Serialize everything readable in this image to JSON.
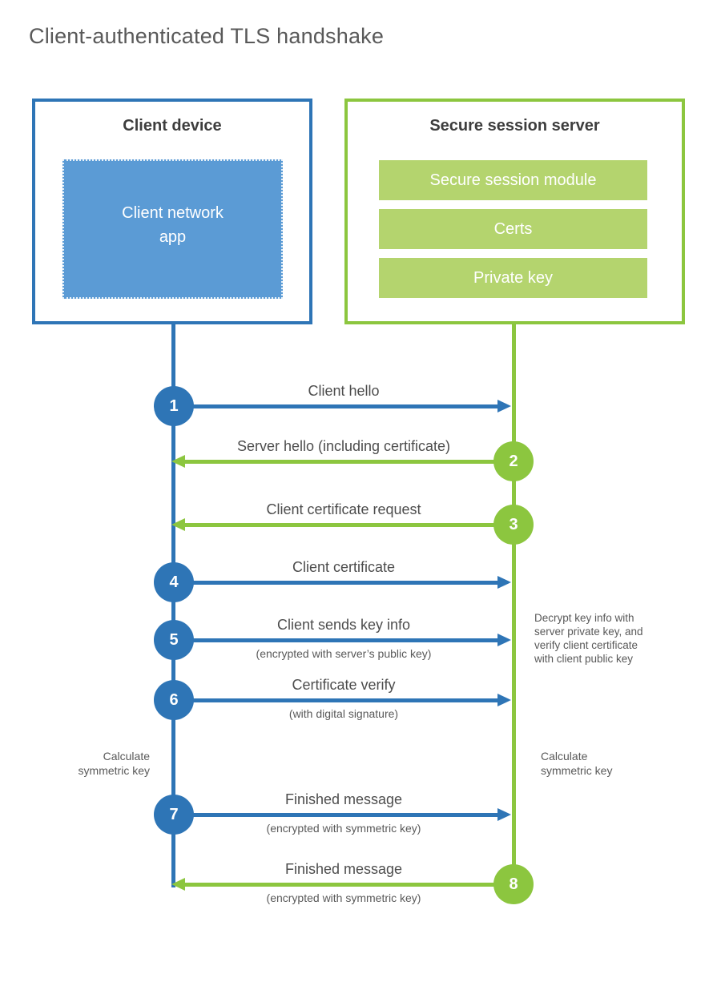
{
  "title": "Client-authenticated TLS handshake",
  "colors": {
    "blue_stroke": "#2e75b6",
    "blue_fill": "#5b9bd5",
    "green_stroke": "#8cc63f",
    "green_fill": "#b4d46e",
    "heading_text": "#3d3d3d",
    "label_text": "#4d4d4d",
    "note_text": "#595959"
  },
  "client": {
    "header": "Client device",
    "app_lines": [
      "Client network",
      "app"
    ]
  },
  "server": {
    "header": "Secure session server",
    "modules": [
      "Secure session module",
      "Certs",
      "Private key"
    ]
  },
  "steps": [
    {
      "num": "1",
      "label": "Client hello",
      "dir": "right",
      "from": "client",
      "to": "server"
    },
    {
      "num": "2",
      "label": "Server hello (including certificate)",
      "dir": "left",
      "from": "server",
      "to": "client"
    },
    {
      "num": "3",
      "label": "Client certificate request",
      "dir": "left",
      "from": "server",
      "to": "client"
    },
    {
      "num": "4",
      "label": "Client certificate",
      "dir": "right",
      "from": "client",
      "to": "server"
    },
    {
      "num": "5",
      "label": "Client sends key info",
      "sub": "(encrypted with server’s public key)",
      "dir": "right",
      "from": "client",
      "to": "server"
    },
    {
      "num": "6",
      "label": "Certificate verify",
      "sub": "(with digital signature)",
      "dir": "right",
      "from": "client",
      "to": "server"
    },
    {
      "num": "7",
      "label": "Finished message",
      "sub": "(encrypted with symmetric key)",
      "dir": "right",
      "from": "client",
      "to": "server"
    },
    {
      "num": "8",
      "label": "Finished message",
      "sub": "(encrypted with symmetric key)",
      "dir": "left",
      "from": "server",
      "to": "client"
    }
  ],
  "notes": {
    "decrypt_lines": [
      "Decrypt key info with",
      "server private key, and",
      "verify client certificate",
      "with client public key"
    ],
    "calc_lines": [
      "Calculate",
      "symmetric key"
    ]
  }
}
